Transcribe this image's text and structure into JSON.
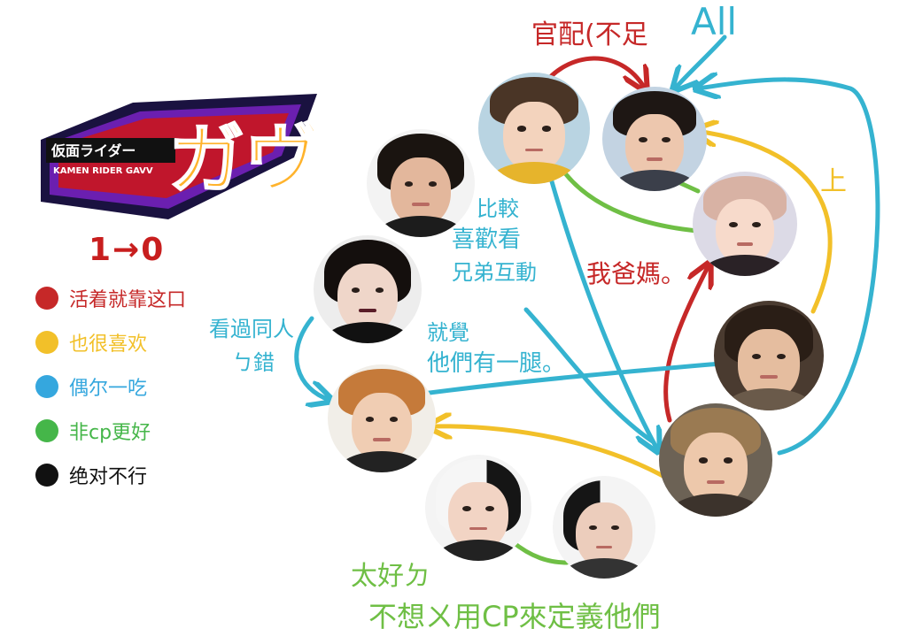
{
  "logo": {
    "main": "ガヴ",
    "small_jp": "仮面ライダー",
    "small_en": "KAMEN RIDER GAVV"
  },
  "legend": {
    "title": "1→0",
    "items": [
      {
        "label": "活着就靠这口",
        "color": "#c62828"
      },
      {
        "label": "也很喜欢",
        "color": "#f2c029"
      },
      {
        "label": "偶尔一吃",
        "color": "#35a7de"
      },
      {
        "label": "非cp更好",
        "color": "#45b649"
      },
      {
        "label": "绝对不行",
        "color": "#111111"
      }
    ]
  },
  "notes": {
    "official": "官配(不足",
    "all": "All",
    "up": "上",
    "like1": "比較",
    "like2": "喜歡看",
    "like3": "兄弟互動",
    "parents": "我爸媽。",
    "read1": "看過同人",
    "read2": "ㄅ錯",
    "feel1": "就覺",
    "feel2": "他們有一腿。",
    "bottom1": "太好ㄉ",
    "bottom2": "不想ㄨ用CP來定義他們"
  },
  "colors": {
    "red": "#c62828",
    "yellow": "#f2c029",
    "blue": "#35b3d0",
    "green": "#6fbf45"
  }
}
